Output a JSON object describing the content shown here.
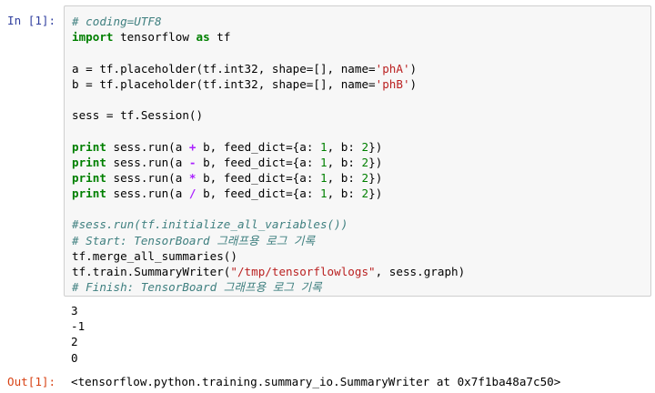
{
  "cell": {
    "in_prompt": "In [1]:",
    "out_prompt": "Out[1]:",
    "code": {
      "l1": "# coding=UTF8",
      "l2_kw": "import",
      "l2_mod": " tensorflow ",
      "l2_as": "as",
      "l2_alias": " tf",
      "l3_pre": "a = tf.placeholder(tf.int32, shape=[], name=",
      "l3_str": "'phA'",
      "l3_post": ")",
      "l4_pre": "b = tf.placeholder(tf.int32, shape=[], name=",
      "l4_str": "'phB'",
      "l4_post": ")",
      "l5": "sess = tf.Session()",
      "print_kw": "print",
      "p_pre": " sess.run(a ",
      "op_plus": "+",
      "op_minus": "-",
      "op_mul": "*",
      "op_div": "/",
      "p_mid": " b, feed_dict={a: ",
      "p_one": "1",
      "p_sep": ", b: ",
      "p_two": "2",
      "p_end": "})",
      "c1": "#sess.run(tf.initialize_all_variables())",
      "c2": "# Start: TensorBoard 그래프용 로그 기록",
      "l6": "tf.merge_all_summaries()",
      "l7_pre": "tf.train.SummaryWriter(",
      "l7_str": "\"/tmp/tensorflowlogs\"",
      "l7_post": ", sess.graph)",
      "c3": "# Finish: TensorBoard 그래프용 로그 기록"
    },
    "stdout": [
      "3",
      "-1",
      "2",
      "0"
    ],
    "result": "<tensorflow.python.training.summary_io.SummaryWriter at 0x7f1ba48a7c50>"
  }
}
